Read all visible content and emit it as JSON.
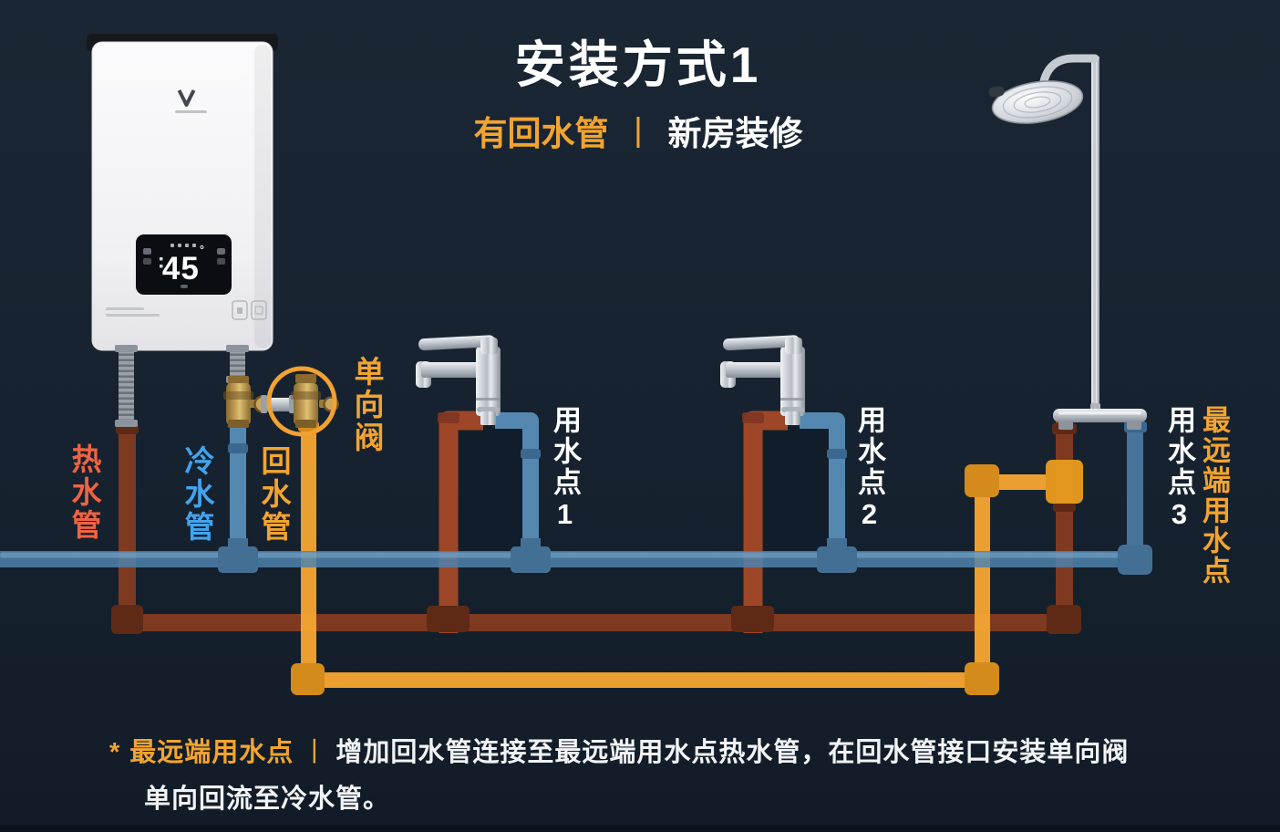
{
  "title": "安装方式1",
  "subtitle": {
    "tag": "有回水管",
    "divider": "丨",
    "text": "新房装修"
  },
  "heater": {
    "display_temp": "45",
    "display_unit": "°"
  },
  "pipe_labels": {
    "hot": "热水管",
    "cold": "冷水管",
    "return": "回水管",
    "check_valve": "单向阀"
  },
  "points": {
    "p1": "用水点1",
    "p2": "用水点2",
    "p3": "用水点3",
    "farthest": "最远端用水点"
  },
  "footnote": {
    "star": "*",
    "term": "最远端用水点",
    "divider": "丨",
    "line1": "增加回水管连接至最远端用水点热水管，在回水管接口安装单向阀",
    "line2": "单向回流至冷水管。"
  },
  "colors": {
    "background": "#16222F",
    "accent_orange": "#F2A430",
    "hot_label_red": "#EF6343",
    "cold_label_blue": "#42A4EE",
    "hot_pipe_brown": "#7E3A21",
    "cold_pipe_blue": "#4F83AD",
    "return_pipe_orange": "#F2A431",
    "text_white": "#FFFFFF"
  }
}
